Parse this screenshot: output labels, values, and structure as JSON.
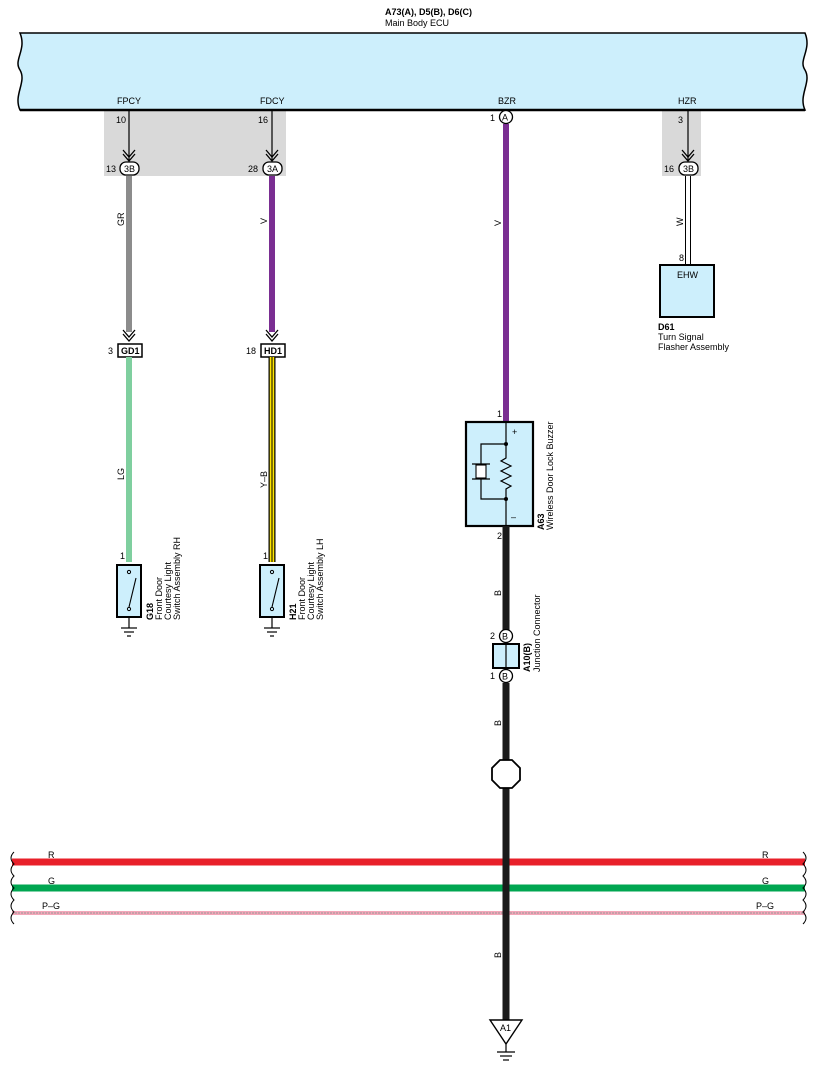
{
  "ecu": {
    "code": "A73(A), D5(B), D6(C)",
    "name": "Main Body ECU",
    "pins": [
      {
        "label": "FPCY",
        "number": "10"
      },
      {
        "label": "FDCY",
        "number": "16"
      },
      {
        "label": "BZR",
        "number": "1",
        "connector": "A"
      },
      {
        "label": "HZR",
        "number": "3"
      }
    ]
  },
  "junctions": [
    {
      "pin": "13",
      "id": "3B"
    },
    {
      "pin": "28",
      "id": "3A"
    },
    {
      "pin": "16",
      "id": "3B"
    }
  ],
  "wires": {
    "fpcy": "GR",
    "fdcy": "V",
    "bzr": "V",
    "hzr": "W",
    "gd1_out": "LG",
    "hd1_out": "Y–B",
    "buzzer_out": "B",
    "jc_out": "B",
    "ground": "B"
  },
  "connectors": [
    {
      "pin": "3",
      "id": "GD1"
    },
    {
      "pin": "18",
      "id": "HD1"
    }
  ],
  "components": {
    "d61": {
      "code": "D61",
      "line1": "Turn Signal",
      "line2": "Flasher Assembly",
      "terminal": "EHW",
      "pin": "8"
    },
    "a63": {
      "code": "A63",
      "line1": "Wireless Door Lock Buzzer",
      "pin_in": "1",
      "pin_out": "2",
      "plus": "+",
      "minus": "–"
    },
    "a10": {
      "code": "A10(B)",
      "line1": "Junction Connector",
      "pin_top": "2",
      "pin_bot": "1",
      "conn": "B"
    },
    "g18": {
      "code": "G18",
      "line1": "Front Door",
      "line2": "Courtesy Light",
      "line3": "Switch Assembly RH",
      "pin": "1"
    },
    "h21": {
      "code": "H21",
      "line1": "Front Door",
      "line2": "Courtesy Light",
      "line3": "Switch Assembly LH",
      "pin": "1"
    },
    "ground": {
      "id": "A1"
    }
  },
  "bus": [
    {
      "label": "R",
      "color": "#e8202a"
    },
    {
      "label": "G",
      "color": "#00a651"
    },
    {
      "label": "P–G",
      "color": "#f4a7b9"
    }
  ],
  "colors": {
    "ecu_fill": "#cdeffc",
    "gray_wire": "#8c8c8c",
    "violet_wire": "#7a2e92",
    "lightgreen_wire": "#7fcf9f",
    "yellow_wire": "#ffe600",
    "black_wire": "#1a1a1a",
    "shade": "#d9d9d9"
  }
}
